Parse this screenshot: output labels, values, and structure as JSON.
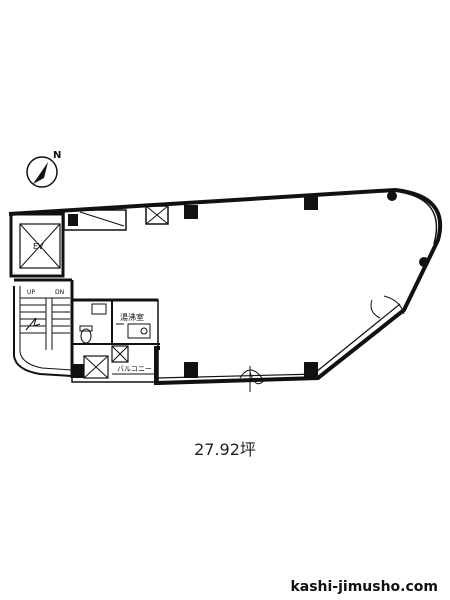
{
  "plan": {
    "compass_letter": "N",
    "elevator_label": "EV",
    "stair_up_label": "UP",
    "stair_down_label": "DN",
    "kitchenette_label": "湯沸室",
    "balcony_label": "バルコニー",
    "area_label": "27.92坪"
  },
  "footer": {
    "site_url": "kashi-jimusho.com"
  }
}
